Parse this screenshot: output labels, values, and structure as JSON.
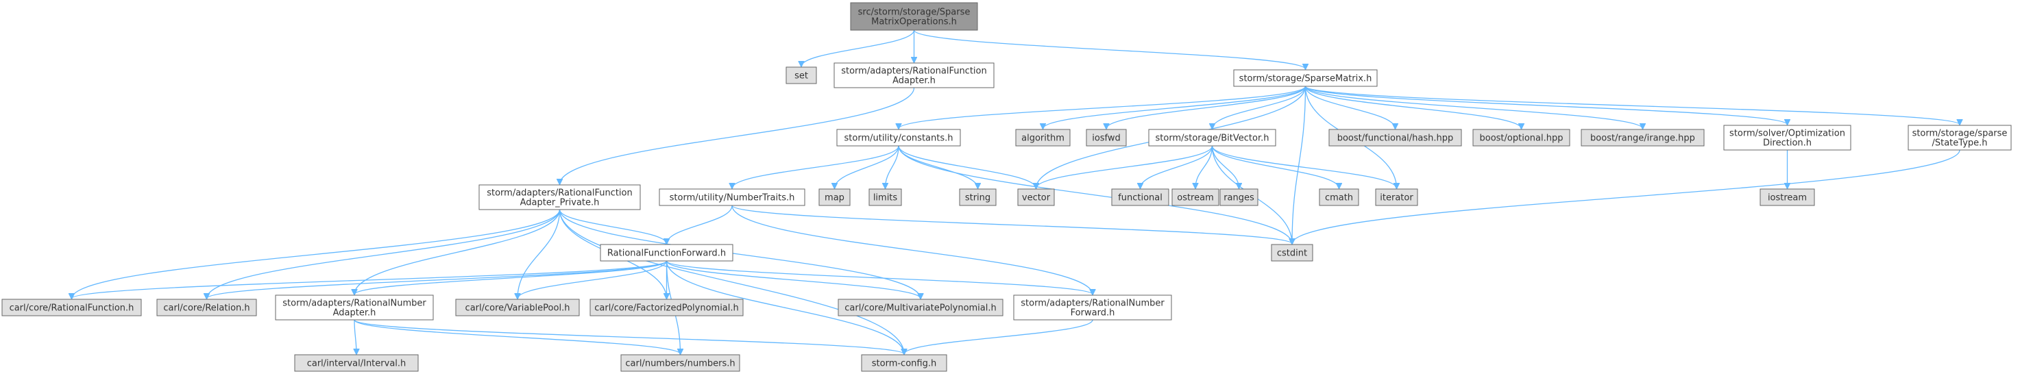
{
  "colors": {
    "edge": "#63b8ff",
    "root_fill": "#999999",
    "file_fill": "#ffffff",
    "system_fill": "#e0e0e0",
    "border": "#666666",
    "text": "#333333"
  },
  "nodes": [
    {
      "id": "root",
      "kind": "root",
      "lines": [
        "src/storm/storage/Sparse",
        "MatrixOperations.h"
      ]
    },
    {
      "id": "set",
      "kind": "system",
      "lines": [
        "set"
      ]
    },
    {
      "id": "rfa",
      "kind": "file",
      "lines": [
        "storm/adapters/RationalFunction",
        "Adapter.h"
      ]
    },
    {
      "id": "sm",
      "kind": "file",
      "lines": [
        "storm/storage/SparseMatrix.h"
      ]
    },
    {
      "id": "rfap",
      "kind": "file",
      "lines": [
        "storm/adapters/RationalFunction",
        "Adapter_Private.h"
      ]
    },
    {
      "id": "cst",
      "kind": "file",
      "lines": [
        "storm/utility/constants.h"
      ]
    },
    {
      "id": "algorithm",
      "kind": "system",
      "lines": [
        "algorithm"
      ]
    },
    {
      "id": "iosfwd",
      "kind": "system",
      "lines": [
        "iosfwd"
      ]
    },
    {
      "id": "bv",
      "kind": "file",
      "lines": [
        "storm/storage/BitVector.h"
      ]
    },
    {
      "id": "hash",
      "kind": "system",
      "lines": [
        "boost/functional/hash.hpp"
      ]
    },
    {
      "id": "optional",
      "kind": "system",
      "lines": [
        "boost/optional.hpp"
      ]
    },
    {
      "id": "irange",
      "kind": "system",
      "lines": [
        "boost/range/irange.hpp"
      ]
    },
    {
      "id": "optdir",
      "kind": "file",
      "lines": [
        "storm/solver/Optimization",
        "Direction.h"
      ]
    },
    {
      "id": "statetype",
      "kind": "file",
      "lines": [
        "storm/storage/sparse",
        "/StateType.h"
      ]
    },
    {
      "id": "nt",
      "kind": "file",
      "lines": [
        "storm/utility/NumberTraits.h"
      ]
    },
    {
      "id": "map",
      "kind": "system",
      "lines": [
        "map"
      ]
    },
    {
      "id": "limits",
      "kind": "system",
      "lines": [
        "limits"
      ]
    },
    {
      "id": "string",
      "kind": "system",
      "lines": [
        "string"
      ]
    },
    {
      "id": "vector",
      "kind": "system",
      "lines": [
        "vector"
      ]
    },
    {
      "id": "functional",
      "kind": "system",
      "lines": [
        "functional"
      ]
    },
    {
      "id": "ostream",
      "kind": "system",
      "lines": [
        "ostream"
      ]
    },
    {
      "id": "ranges",
      "kind": "system",
      "lines": [
        "ranges"
      ]
    },
    {
      "id": "cmath",
      "kind": "system",
      "lines": [
        "cmath"
      ]
    },
    {
      "id": "iterator",
      "kind": "system",
      "lines": [
        "iterator"
      ]
    },
    {
      "id": "iostream",
      "kind": "system",
      "lines": [
        "iostream"
      ]
    },
    {
      "id": "cstdint",
      "kind": "system",
      "lines": [
        "cstdint"
      ]
    },
    {
      "id": "rff",
      "kind": "file",
      "lines": [
        "RationalFunctionForward.h"
      ]
    },
    {
      "id": "crf",
      "kind": "system",
      "lines": [
        "carl/core/RationalFunction.h"
      ]
    },
    {
      "id": "crel",
      "kind": "system",
      "lines": [
        "carl/core/Relation.h"
      ]
    },
    {
      "id": "rna",
      "kind": "file",
      "lines": [
        "storm/adapters/RationalNumber",
        "Adapter.h"
      ]
    },
    {
      "id": "cvp",
      "kind": "system",
      "lines": [
        "carl/core/VariablePool.h"
      ]
    },
    {
      "id": "cfp",
      "kind": "system",
      "lines": [
        "carl/core/FactorizedPolynomial.h"
      ]
    },
    {
      "id": "cmp",
      "kind": "system",
      "lines": [
        "carl/core/MultivariatePolynomial.h"
      ]
    },
    {
      "id": "rnf",
      "kind": "file",
      "lines": [
        "storm/adapters/RationalNumber",
        "Forward.h"
      ]
    },
    {
      "id": "civ",
      "kind": "system",
      "lines": [
        "carl/interval/Interval.h"
      ]
    },
    {
      "id": "cnum",
      "kind": "system",
      "lines": [
        "carl/numbers/numbers.h"
      ]
    },
    {
      "id": "sconf",
      "kind": "system",
      "lines": [
        "storm-config.h"
      ]
    }
  ],
  "edges": [
    [
      "root",
      "set"
    ],
    [
      "root",
      "rfa"
    ],
    [
      "root",
      "sm"
    ],
    [
      "rfa",
      "rfap"
    ],
    [
      "sm",
      "cst"
    ],
    [
      "sm",
      "algorithm"
    ],
    [
      "sm",
      "iosfwd"
    ],
    [
      "sm",
      "bv"
    ],
    [
      "sm",
      "hash"
    ],
    [
      "sm",
      "optional"
    ],
    [
      "sm",
      "irange"
    ],
    [
      "sm",
      "optdir"
    ],
    [
      "sm",
      "statetype"
    ],
    [
      "sm",
      "vector"
    ],
    [
      "sm",
      "iterator"
    ],
    [
      "sm",
      "cstdint"
    ],
    [
      "cst",
      "nt"
    ],
    [
      "cst",
      "map"
    ],
    [
      "cst",
      "limits"
    ],
    [
      "cst",
      "string"
    ],
    [
      "cst",
      "vector"
    ],
    [
      "cst",
      "cstdint"
    ],
    [
      "bv",
      "vector"
    ],
    [
      "bv",
      "functional"
    ],
    [
      "bv",
      "ostream"
    ],
    [
      "bv",
      "ranges"
    ],
    [
      "bv",
      "cmath"
    ],
    [
      "bv",
      "iterator"
    ],
    [
      "bv",
      "cstdint"
    ],
    [
      "optdir",
      "iostream"
    ],
    [
      "statetype",
      "cstdint"
    ],
    [
      "nt",
      "rff"
    ],
    [
      "nt",
      "rnf"
    ],
    [
      "nt",
      "cstdint"
    ],
    [
      "rfap",
      "rff"
    ],
    [
      "rfap",
      "crf"
    ],
    [
      "rfap",
      "crel"
    ],
    [
      "rfap",
      "rna"
    ],
    [
      "rfap",
      "cvp"
    ],
    [
      "rfap",
      "cfp"
    ],
    [
      "rfap",
      "cmp"
    ],
    [
      "rfap",
      "sconf"
    ],
    [
      "rff",
      "crf"
    ],
    [
      "rff",
      "crel"
    ],
    [
      "rff",
      "rna"
    ],
    [
      "rff",
      "cvp"
    ],
    [
      "rff",
      "cfp"
    ],
    [
      "rff",
      "cmp"
    ],
    [
      "rff",
      "rnf"
    ],
    [
      "rff",
      "cnum"
    ],
    [
      "rff",
      "sconf"
    ],
    [
      "rna",
      "civ"
    ],
    [
      "rna",
      "cnum"
    ],
    [
      "rna",
      "sconf"
    ],
    [
      "rnf",
      "sconf"
    ]
  ]
}
